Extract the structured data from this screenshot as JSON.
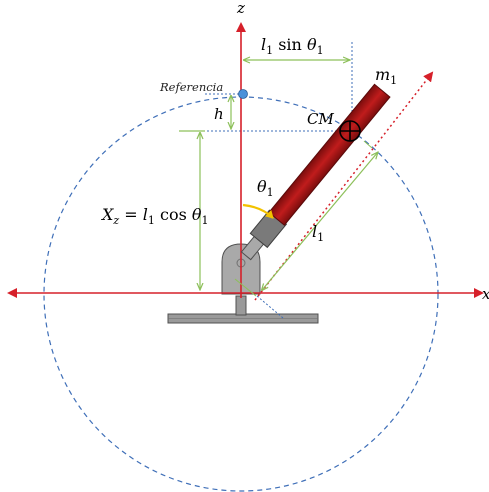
{
  "labels": {
    "z_axis": "z",
    "x_axis": "x",
    "reference": "Referencia",
    "height": "h",
    "center_of_mass": "CM",
    "mass": "m",
    "mass_sub": "1",
    "theta": "θ",
    "theta_sub": "1",
    "length": "l",
    "length_sub": "1",
    "xz_lhs": "X",
    "xz_lhs_sub": "z",
    "xz_eq": " = ",
    "xz_l": "l",
    "xz_l_sub": "1",
    "xz_fn": " cos ",
    "xz_theta": "θ",
    "xz_theta_sub": "1",
    "top_l": "l",
    "top_l_sub": "1",
    "top_fn": " sin ",
    "top_theta": "θ",
    "top_theta_sub": "1"
  },
  "colors": {
    "axis_red": "#d6202a",
    "circle_blue": "#3f6fb8",
    "dimension_green": "#8dc05a",
    "link_red": "#b01818",
    "link_dark": "#7a0d0d",
    "theta_arc": "#f2c200",
    "reference_dot": "#4a90d9",
    "joint_grey": "#a0a0a0",
    "joint_dark": "#505050"
  }
}
